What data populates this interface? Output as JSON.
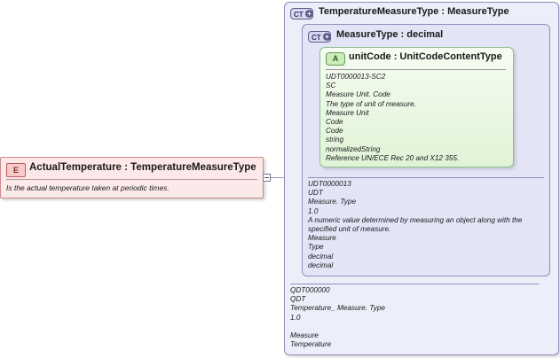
{
  "element": {
    "badge": "E",
    "title": "ActualTemperature : TemperatureMeasureType",
    "doc": "Is the actual temperature taken at periodic times."
  },
  "outer_type": {
    "badge": "CT",
    "title": "TemperatureMeasureType : MeasureType",
    "annotations": [
      "QDT000000",
      "QDT",
      "Temperature_ Measure. Type",
      "1.0",
      "",
      "Measure",
      "Temperature"
    ]
  },
  "inner_type": {
    "badge": "CT",
    "title": "MeasureType : decimal",
    "annotations": [
      "UDT0000013",
      "UDT",
      "Measure. Type",
      "1.0",
      "A numeric value determined by measuring an object along with the",
      "specified unit of measure.",
      "Measure",
      "Type",
      "decimal",
      "decimal"
    ]
  },
  "attribute": {
    "badge": "A",
    "title": "unitCode : UnitCodeContentType",
    "annotations": [
      "UDT0000013-SC2",
      "SC",
      "Measure Unit. Code",
      "The type of unit of measure.",
      "Measure Unit",
      "Code",
      "Code",
      "string",
      "normalizedString",
      "Reference UN/ECE Rec 20 and X12 355."
    ]
  }
}
